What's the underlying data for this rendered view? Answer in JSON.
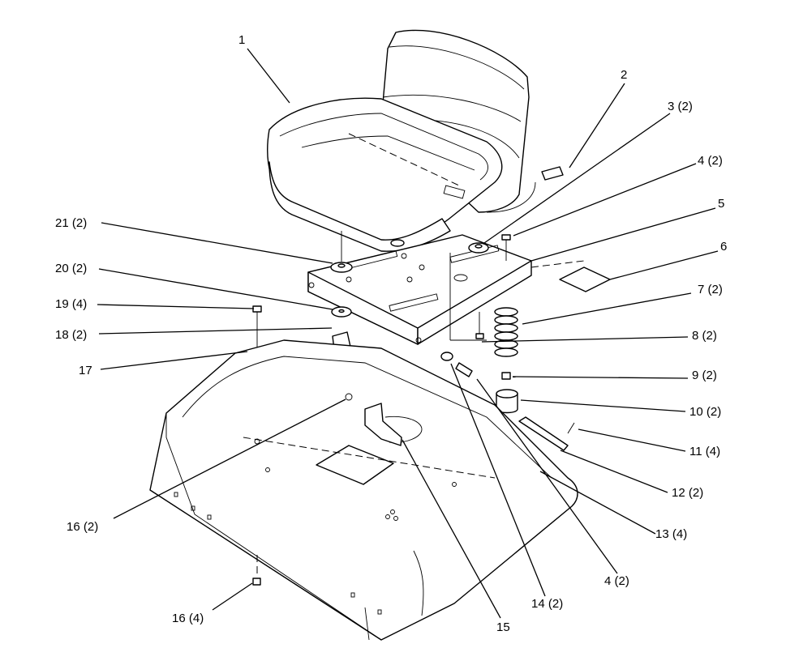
{
  "callouts": [
    {
      "id": "c1",
      "text": "1"
    },
    {
      "id": "c2",
      "text": "2"
    },
    {
      "id": "c3",
      "text": "3 (2)"
    },
    {
      "id": "c4a",
      "text": "4 (2)"
    },
    {
      "id": "c5",
      "text": "5"
    },
    {
      "id": "c6",
      "text": "6"
    },
    {
      "id": "c7",
      "text": "7 (2)"
    },
    {
      "id": "c8",
      "text": "8 (2)"
    },
    {
      "id": "c9",
      "text": "9 (2)"
    },
    {
      "id": "c10",
      "text": "10 (2)"
    },
    {
      "id": "c11",
      "text": "11 (4)"
    },
    {
      "id": "c12",
      "text": "12 (2)"
    },
    {
      "id": "c13",
      "text": "13 (4)"
    },
    {
      "id": "c4b",
      "text": "4 (2)"
    },
    {
      "id": "c14",
      "text": "14 (2)"
    },
    {
      "id": "c15",
      "text": "15"
    },
    {
      "id": "c16a",
      "text": "16 (2)"
    },
    {
      "id": "c16b",
      "text": "16 (4)"
    },
    {
      "id": "c17",
      "text": "17"
    },
    {
      "id": "c18",
      "text": "18 (2)"
    },
    {
      "id": "c19",
      "text": "19 (4)"
    },
    {
      "id": "c20",
      "text": "20 (2)"
    },
    {
      "id": "c21",
      "text": "21 (2)"
    }
  ]
}
